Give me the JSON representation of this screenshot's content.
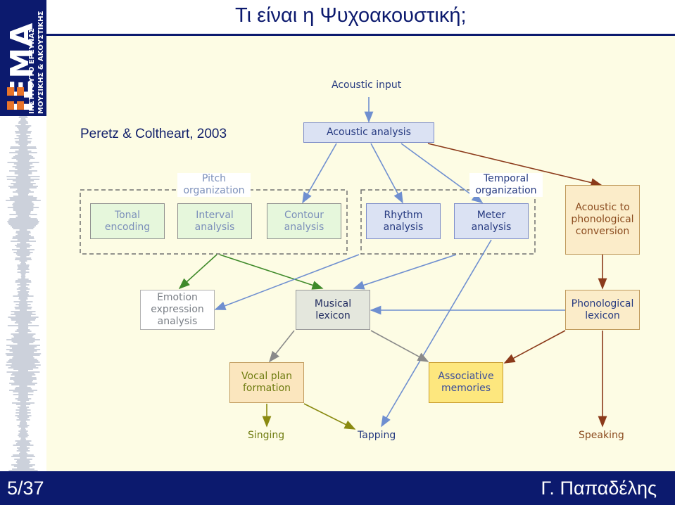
{
  "header": {
    "title": "Τι είναι η Ψυχοακουστική;"
  },
  "logo": {
    "big": "IEMA",
    "line1": "ΙΝΣΤΙΤΟΥΤΟ ΕΡΕΥΝΑΣ",
    "line2": "ΜΟΥΣΙΚΗΣ & ΑΚΟΥΣΤΙΚΗΣ"
  },
  "footer": {
    "page": "5/37",
    "author": "Γ. Παπαδέλης"
  },
  "citation": "Peretz & Coltheart, 2003",
  "diagram": {
    "acoustic_input": "Acoustic input",
    "acoustic_analysis": "Acoustic analysis",
    "pitch_organization": [
      "Pitch",
      "organization"
    ],
    "temporal_organization": [
      "Temporal",
      "organization"
    ],
    "tonal_encoding": [
      "Tonal",
      "encoding"
    ],
    "interval_analysis": [
      "Interval",
      "analysis"
    ],
    "contour_analysis": [
      "Contour",
      "analysis"
    ],
    "rhythm_analysis": [
      "Rhythm",
      "analysis"
    ],
    "meter_analysis": [
      "Meter",
      "analysis"
    ],
    "acoustic_to_phonological": [
      "Acoustic to",
      "phonological",
      "conversion"
    ],
    "emotion_expression": [
      "Emotion",
      "expression",
      "analysis"
    ],
    "musical_lexicon": [
      "Musical",
      "lexicon"
    ],
    "phonological_lexicon": [
      "Phonological",
      "lexicon"
    ],
    "vocal_plan": [
      "Vocal plan",
      "formation"
    ],
    "associative_memories": [
      "Associative",
      "memories"
    ],
    "singing": "Singing",
    "tapping": "Tapping",
    "speaking": "Speaking"
  },
  "colors": {
    "navy": "#0c1a6e",
    "background": "#fdfce4",
    "arrow_blue": "#6f8fd0",
    "arrow_green": "#3f8a2a",
    "arrow_brown": "#8b3a1a",
    "arrow_gray": "#8a8a8a",
    "arrow_olive": "#8a8a10"
  }
}
